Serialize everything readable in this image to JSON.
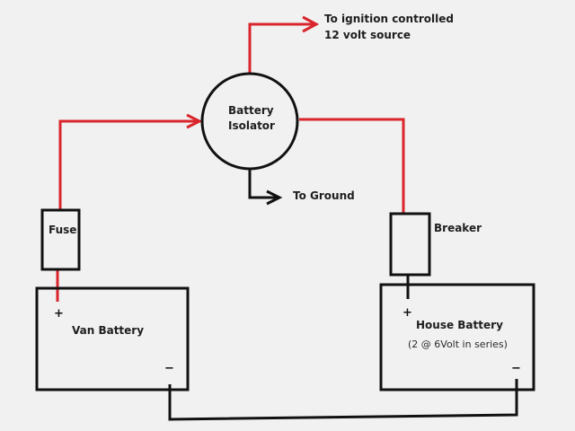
{
  "colors": {
    "positive_wire": "#d9252b",
    "negative_wire": "#111111",
    "background": "#f1f1f1"
  },
  "labels": {
    "ignition_line1": "To ignition controlled",
    "ignition_line2": "12 volt source",
    "isolator_line1": "Battery",
    "isolator_line2": "Isolator",
    "ground": "To Ground",
    "fuse": "Fuse",
    "breaker": "Breaker",
    "van_battery": "Van Battery",
    "house_battery": "House Battery",
    "house_battery_note": "(2 @ 6Volt in series)",
    "plus": "+",
    "minus": "−"
  }
}
